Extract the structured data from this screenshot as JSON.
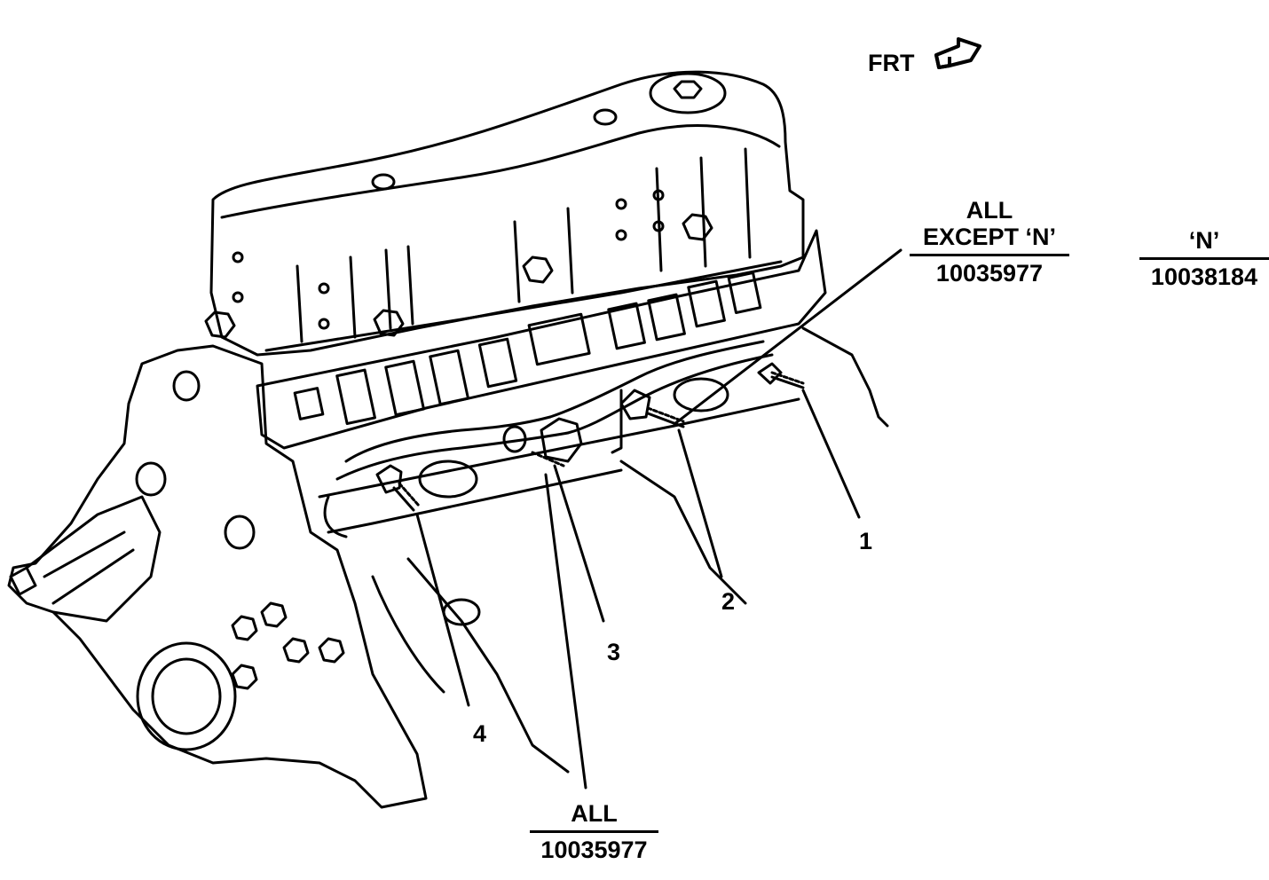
{
  "orientation": {
    "label": "FRT",
    "icon": "arrow-right-icon"
  },
  "callouts": [
    {
      "number": "1"
    },
    {
      "number": "2"
    },
    {
      "number": "3"
    },
    {
      "number": "4"
    }
  ],
  "part_labels": {
    "all_except_n": {
      "line1": "ALL",
      "line2": "EXCEPT ‘N’",
      "part_number": "10035977"
    },
    "n": {
      "line1": "‘N’",
      "part_number": "10038184"
    },
    "all": {
      "line1": "ALL",
      "part_number": "10035977"
    }
  },
  "colors": {
    "ink": "#000000",
    "paper": "#ffffff"
  }
}
